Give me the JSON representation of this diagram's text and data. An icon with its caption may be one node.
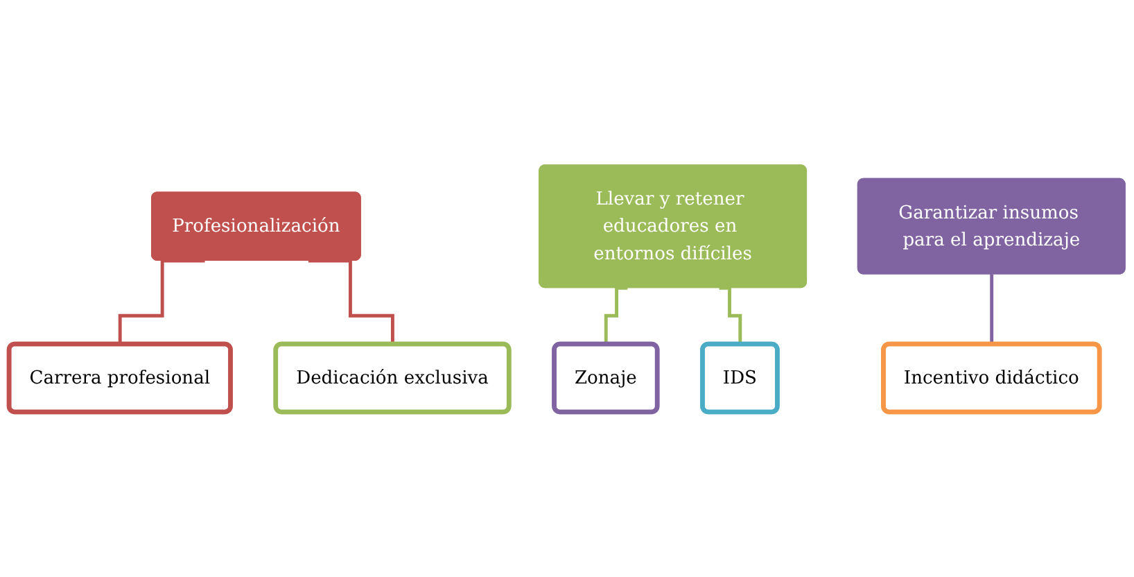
{
  "diagram": {
    "nodes": [
      {
        "text": [
          "Profesionalización"
        ]
      },
      {
        "text": [
          "Carrera profesional"
        ]
      },
      {
        "text": [
          "Dedicación exclusiva"
        ]
      },
      {
        "text": [
          "Llevar y retener educadores en entornos difíciles"
        ]
      },
      {
        "text": [
          "Zonaje"
        ]
      },
      {
        "text": [
          "IDS"
        ]
      },
      {
        "text": [
          "Garantizar insumos para el aprendizaje"
        ]
      },
      {
        "text": [
          "Incentivo didáctico"
        ]
      }
    ],
    "edges": [
      {
        "from": 0,
        "to": 1,
        "arrow": "none",
        "color": "#c0504d"
      },
      {
        "from": 0,
        "to": 2,
        "arrow": "none",
        "color": "#c0504d"
      },
      {
        "from": 3,
        "to": 4,
        "arrow": "none",
        "color": "#9bbb59"
      },
      {
        "from": 3,
        "to": 5,
        "arrow": "none",
        "color": "#9bbb59"
      },
      {
        "from": 6,
        "to": 7,
        "arrow": "none",
        "color": "#8064a2"
      }
    ]
  }
}
